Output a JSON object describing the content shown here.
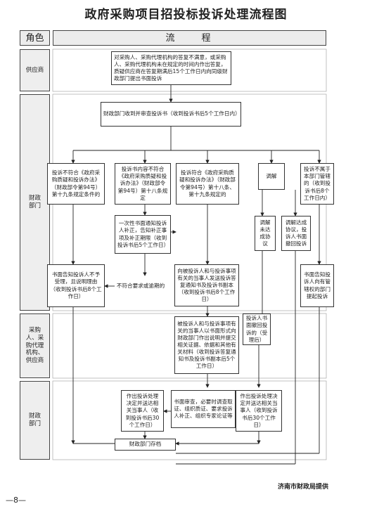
{
  "title": "政府采购项目招投标投诉处理流程图",
  "header": {
    "role": "角色",
    "flow": "流　　程"
  },
  "roles": {
    "supplier": "供应商",
    "finance_top": "财政\n部门",
    "purchaser": "采购\n人、采\n购代理\n机构、\n供应商",
    "finance_bottom": "财政\n部门"
  },
  "boxes": {
    "start": "对采购人、采购代理机构的答复不满意，或采购人、采购代理机构未在规定的时间内作出答复，质疑供应商在答复期满后15个工作日内向同级财政部门提出书面投诉",
    "receive": "财政部门收到并审查投诉书（收到投诉书后5个工作日内）",
    "not_comply": "投诉不符合《政府采购质疑和投诉办法》（财政部令第94号）第十九条规定条件的",
    "content_not_comply": "投诉书内容不符合《政府采购质疑和投诉办法》（财政部令第94号）第十八条规定",
    "comply": "投诉符合《政府采购质疑和投诉办法》（财政部令第94号）第十八条、第十九条规定的",
    "mediate": "调解",
    "not_jurisdiction": "投诉不属于本部门管辖的（收到投诉书后8个工作日内）",
    "notify_supplement": "一次性书面通知投诉人补正，告知补正事项及补正期限（收到投诉书后5个工作日）",
    "mediate_fail": "调解未达成协议",
    "mediate_success": "调解达成协议，投诉人书面撤回投诉",
    "reject_notice": "书面告知投诉人不予受理，且说明理由（收到投诉书后8个工作日）",
    "not_meet": "不符合要求或逾期的",
    "send_copy": "向被投诉人和与投诉事项有关的当事人发送投诉答复通知书及投诉书副本（收到投诉书后8个工作日）",
    "transfer_notice": "书面告知投诉人向有管辖权的部门提起投诉",
    "explain": "被投诉人和与投诉事项有关的当事人以书面形式向财政部门作出说明并提交相关证据、依据和其他有关材料（收到投诉答复通知书及投诉书副本后5个工作日）",
    "withdraw": "投诉人书面撤回投诉的（受理后）",
    "decision_left": "作出投诉处理决定并送达相关当事人（收到投诉书后30个工作日）",
    "review": "书面审查，必要时调查取证、组织质证、要求投诉人补正、组织专家论证等",
    "decision_right": "作出投诉处理决定并送达相关当事人（收到投诉书后30个工作日）",
    "archive": "财政部门存档"
  },
  "footer": "济南市财政局提供",
  "page_number": "—8—"
}
